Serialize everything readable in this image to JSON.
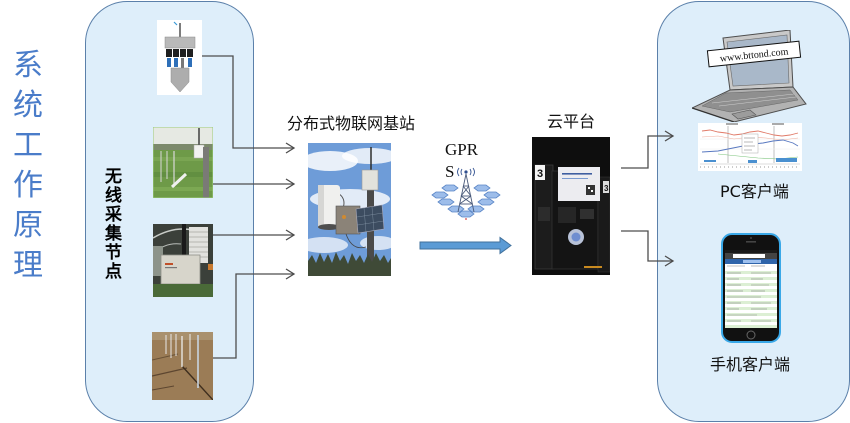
{
  "title": "系统工作原理",
  "colors": {
    "title": "#4a7cc9",
    "panel_fill": "#deeefa",
    "panel_border": "#5b80aa",
    "transmission_arrow": "#5b9bd5",
    "connector": "#4d4d4d"
  },
  "collection_nodes": {
    "label": "无线采集节点"
  },
  "base_station": {
    "label": "分布式物联网基站"
  },
  "transmission": {
    "label": "GPRS"
  },
  "cloud": {
    "label": "云平台",
    "rack_labels": [
      "3",
      "3"
    ]
  },
  "clients": {
    "pc": {
      "label": "PC客户端",
      "url_banner": "www.bttond.com"
    },
    "mobile": {
      "label": "手机客户端"
    }
  }
}
